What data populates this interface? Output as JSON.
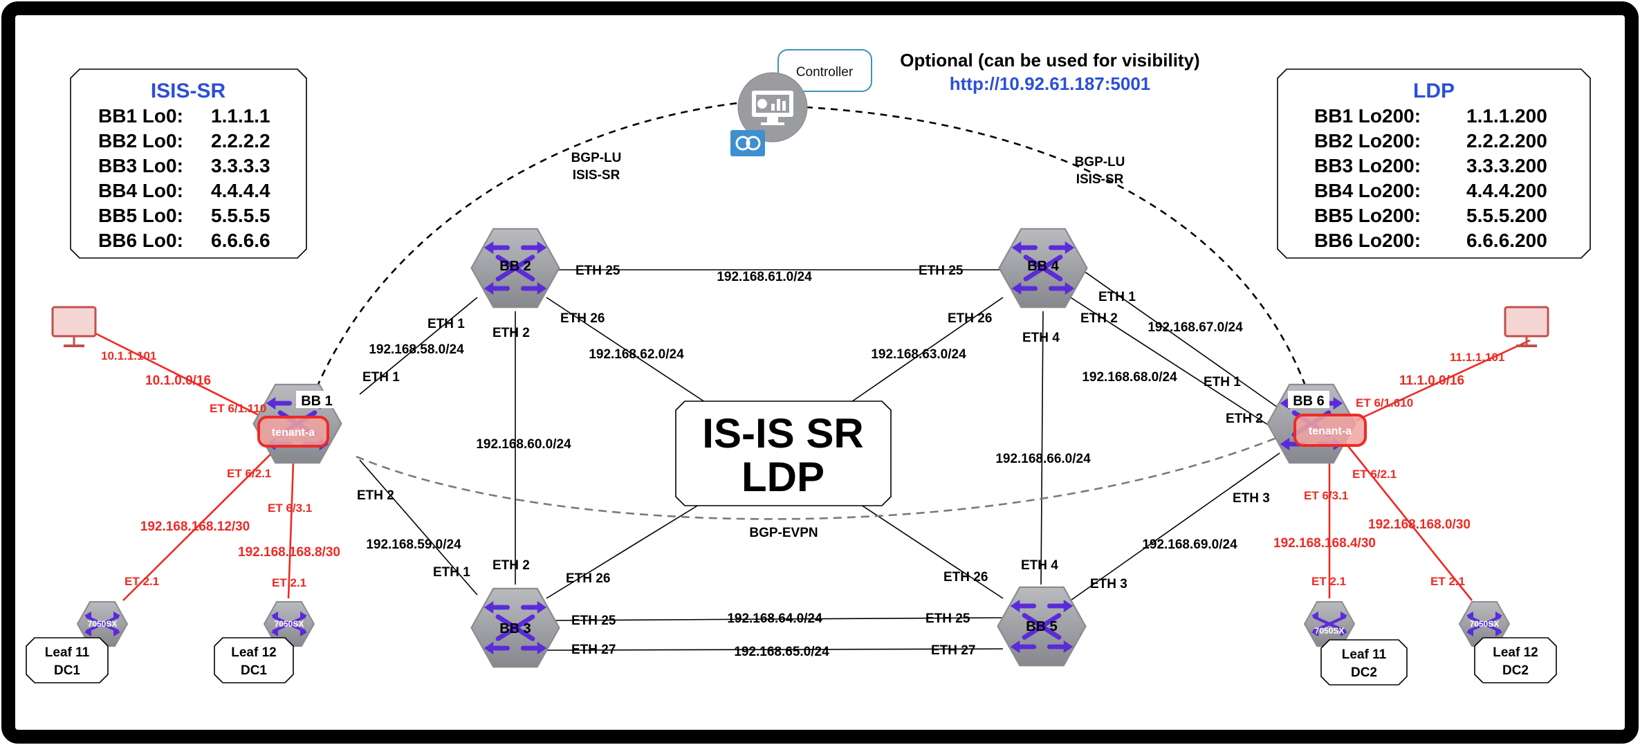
{
  "isis_box": {
    "title": "ISIS-SR",
    "rows": [
      {
        "name": "BB1 Lo0:",
        "ip": "1.1.1.1"
      },
      {
        "name": "BB2 Lo0:",
        "ip": "2.2.2.2"
      },
      {
        "name": "BB3 Lo0:",
        "ip": "3.3.3.3"
      },
      {
        "name": "BB4 Lo0:",
        "ip": "4.4.4.4"
      },
      {
        "name": "BB5 Lo0:",
        "ip": "5.5.5.5"
      },
      {
        "name": "BB6 Lo0:",
        "ip": "6.6.6.6"
      }
    ]
  },
  "ldp_box": {
    "title": "LDP",
    "rows": [
      {
        "name": "BB1 Lo200:",
        "ip": "1.1.1.200"
      },
      {
        "name": "BB2 Lo200:",
        "ip": "2.2.2.200"
      },
      {
        "name": "BB3 Lo200:",
        "ip": "3.3.3.200"
      },
      {
        "name": "BB4 Lo200:",
        "ip": "4.4.4.200"
      },
      {
        "name": "BB5 Lo200:",
        "ip": "5.5.5.200"
      },
      {
        "name": "BB6 Lo200:",
        "ip": "6.6.6.200"
      }
    ]
  },
  "controller": {
    "label": "Controller",
    "optional_note": "Optional (can be used for visibility)",
    "url": "http://10.92.61.187:5001"
  },
  "center_box": {
    "line1": "IS-IS SR",
    "line2": "LDP"
  },
  "routers": {
    "bb1": "BB 1",
    "bb2": "BB 2",
    "bb3": "BB 3",
    "bb4": "BB 4",
    "bb5": "BB 5",
    "bb6": "BB 6",
    "tenant": "tenant-a"
  },
  "sessions": {
    "bgp_lu_left": [
      "BGP-LU",
      "ISIS-SR"
    ],
    "bgp_lu_right": [
      "BGP-LU",
      "ISIS-SR"
    ],
    "bgp_evpn": "BGP-EVPN"
  },
  "links": {
    "bb2_bb4": {
      "subnet": "192.168.61.0/24",
      "a": "ETH 25",
      "b": "ETH 25"
    },
    "bb1_bb2": {
      "subnet": "192.168.58.0/24",
      "a": "ETH 1",
      "b": "ETH 1"
    },
    "bb2_bb3": {
      "subnet": "192.168.60.0/24",
      "a": "ETH 2",
      "b": "ETH 2"
    },
    "bb2_center": {
      "subnet": "192.168.62.0/24",
      "a": "ETH 26"
    },
    "bb4_center": {
      "subnet": "192.168.63.0/24",
      "a": "ETH 26"
    },
    "bb4_bb6_1": {
      "subnet": "192.168.67.0/24",
      "a": "ETH 1",
      "b": "ETH 1"
    },
    "bb4_bb6_2": {
      "subnet": "192.168.68.0/24",
      "a": "ETH 2",
      "b": "ETH 2"
    },
    "bb4_bb5": {
      "subnet": "192.168.66.0/24",
      "a": "ETH 4",
      "b": "ETH 4"
    },
    "bb1_bb3": {
      "subnet": "192.168.59.0/24",
      "a": "ETH 2",
      "b": "ETH 1"
    },
    "bb3_center": {
      "a": "ETH 26"
    },
    "bb5_center": {
      "a": "ETH 26"
    },
    "bb3_bb5_25": {
      "subnet": "192.168.64.0/24",
      "a": "ETH 25",
      "b": "ETH 25"
    },
    "bb3_bb5_27": {
      "subnet": "192.168.65.0/24",
      "a": "ETH 27",
      "b": "ETH 27"
    },
    "bb6_bb5": {
      "subnet": "192.168.69.0/24",
      "a": "ETH 3",
      "b": "ETH 3"
    }
  },
  "access_left": {
    "host_ip": "10.1.1.101",
    "host_subnet": "10.1.0.0/16",
    "host_iface": "ET 6/1.110",
    "leaf11_iface": "ET 6/2.1",
    "leaf11_subnet": "192.168.168.12/30",
    "leaf11_port": "ET 2.1",
    "leaf12_iface": "ET 6/3.1",
    "leaf12_subnet": "192.168.168.8/30",
    "leaf12_port": "ET 2.1"
  },
  "access_right": {
    "host_ip": "11.1.1.101",
    "host_subnet": "11.1.0.0/16",
    "host_iface": "ET 6/1.610",
    "leaf12_iface": "ET 6/2.1",
    "leaf12_subnet": "192.168.168.0/30",
    "leaf12_port": "ET 2.1",
    "leaf11_iface": "ET 6/3.1",
    "leaf11_subnet": "192.168.168.4/30",
    "leaf11_port": "ET 2.1"
  },
  "leaves": {
    "switch_model": "7050SX",
    "dc1_leaf11": [
      "Leaf 11",
      "DC1"
    ],
    "dc1_leaf12": [
      "Leaf 12",
      "DC1"
    ],
    "dc2_leaf11": [
      "Leaf 11",
      "DC2"
    ],
    "dc2_leaf12": [
      "Leaf 12",
      "DC2"
    ]
  },
  "colors": {
    "accent_blue": "#2b4fd8",
    "access_red": "#ee2a24",
    "router_grey": "#9c9ea3",
    "arrow_purple": "#5a2bd8",
    "tenant_fill": "#f2a3a0",
    "controller_border": "#3a94b8"
  }
}
